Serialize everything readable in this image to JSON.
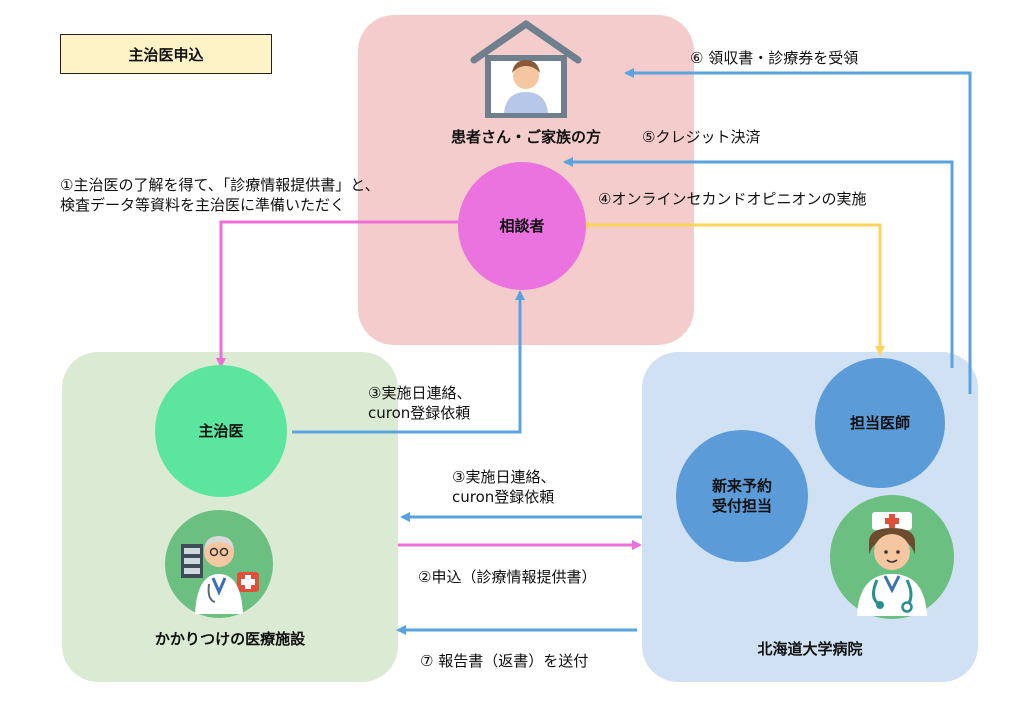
{
  "title": "主治医申込",
  "colors": {
    "patient_region": "#f4cccc",
    "clinic_region": "#dbead3",
    "hospital_region": "#cfe1f3",
    "consultant": "#ea73e0",
    "attending": "#5ce59e",
    "hospital_nodes": "#5b9bd8",
    "arrow_blue": "#5aa3de",
    "arrow_pink": "#ec70d8",
    "arrow_yellow": "#fbd45c"
  },
  "regions": {
    "patient": "患者さん・ご家族の方",
    "clinic": "かかりつけの医療施設",
    "hospital": "北海道大学病院"
  },
  "nodes": {
    "consultant": "相談者",
    "attending_doctor": "主治医",
    "reception": "新来予約\n受付担当",
    "doctor_in_charge": "担当医師"
  },
  "steps": {
    "s1": "①主治医の了解を得て、「診療情報提供書」と、\n検査データ等資料を主治医に準備いただく",
    "s2": "②申込（診療情報提供書）",
    "s3_patient": "③実施日連絡、\ncuron登録依頼",
    "s3_clinic": "③実施日連絡、\ncuron登録依頼",
    "s4": "④オンラインセカンドオピニオンの実施",
    "s5": "⑤クレジット決済",
    "s6": "⑥ 領収書・診療券を受領",
    "s7": "⑦ 報告書（返書）を送付"
  },
  "icons": {
    "house": "house-person-icon",
    "doctor_clinic": "elderly-doctor-icon",
    "nurse": "nurse-icon"
  }
}
